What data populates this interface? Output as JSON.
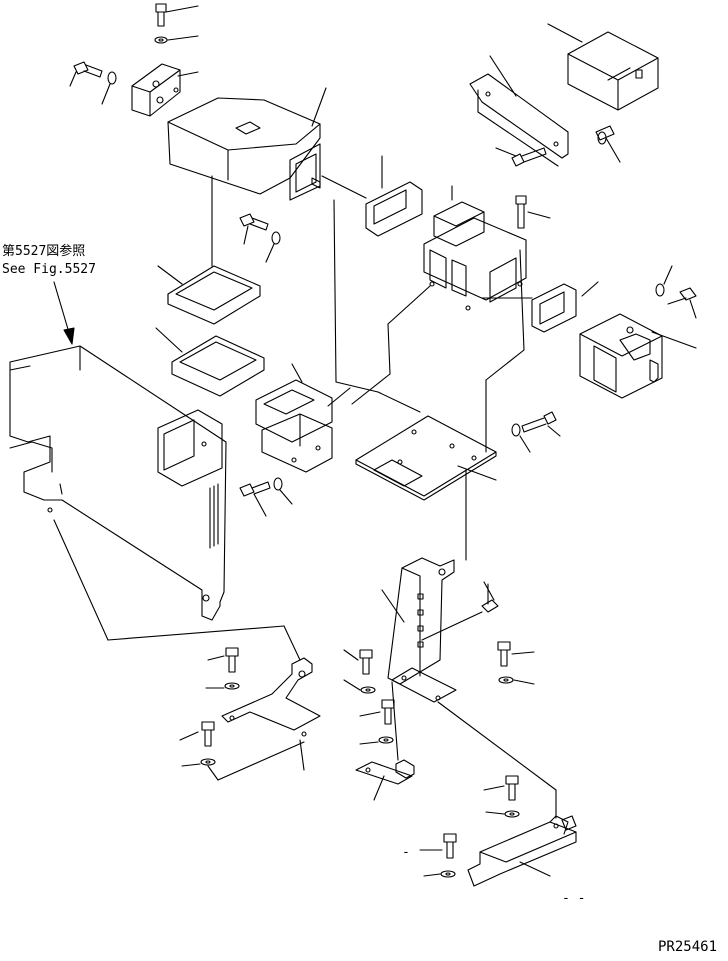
{
  "reference": {
    "jp": "第5527図参照",
    "en": "See Fig.5527"
  },
  "drawing_no": "PR25461",
  "dash_marks": [
    "-",
    "- -"
  ]
}
